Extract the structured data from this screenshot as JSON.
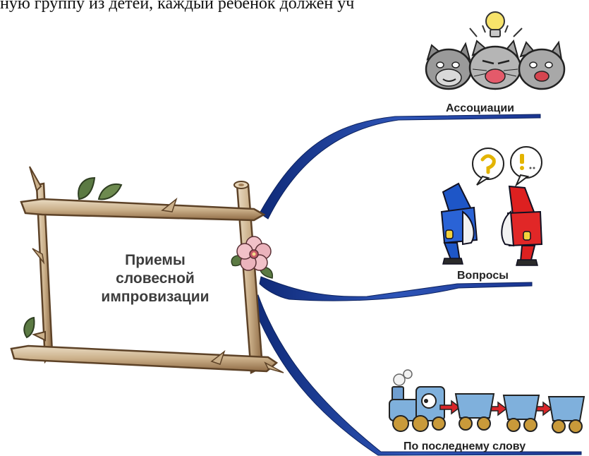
{
  "page": {
    "top_text_fragment": "ную  группу  из  детей,  каждый  ребенок  должен  уч"
  },
  "center": {
    "title_lines": [
      "Приемы",
      "словесной",
      "импровизации"
    ]
  },
  "branches": [
    {
      "label": "Ассоциации",
      "icon": "cats-with-lightbulb-icon"
    },
    {
      "label": "Вопросы",
      "icon": "gnomes-with-speech-bubbles-icon"
    },
    {
      "label": "По последнему слову",
      "icon": "toy-train-icon"
    }
  ],
  "colors": {
    "branch_blue": "#1f3f9b",
    "wood_light": "#d9c3a0",
    "wood_dark": "#7a5a38",
    "leaf_green": "#4f6b3a",
    "flower_pink": "#e8a9b4",
    "train_blue": "#7fb0dc",
    "arrow_red": "#d8262a"
  }
}
